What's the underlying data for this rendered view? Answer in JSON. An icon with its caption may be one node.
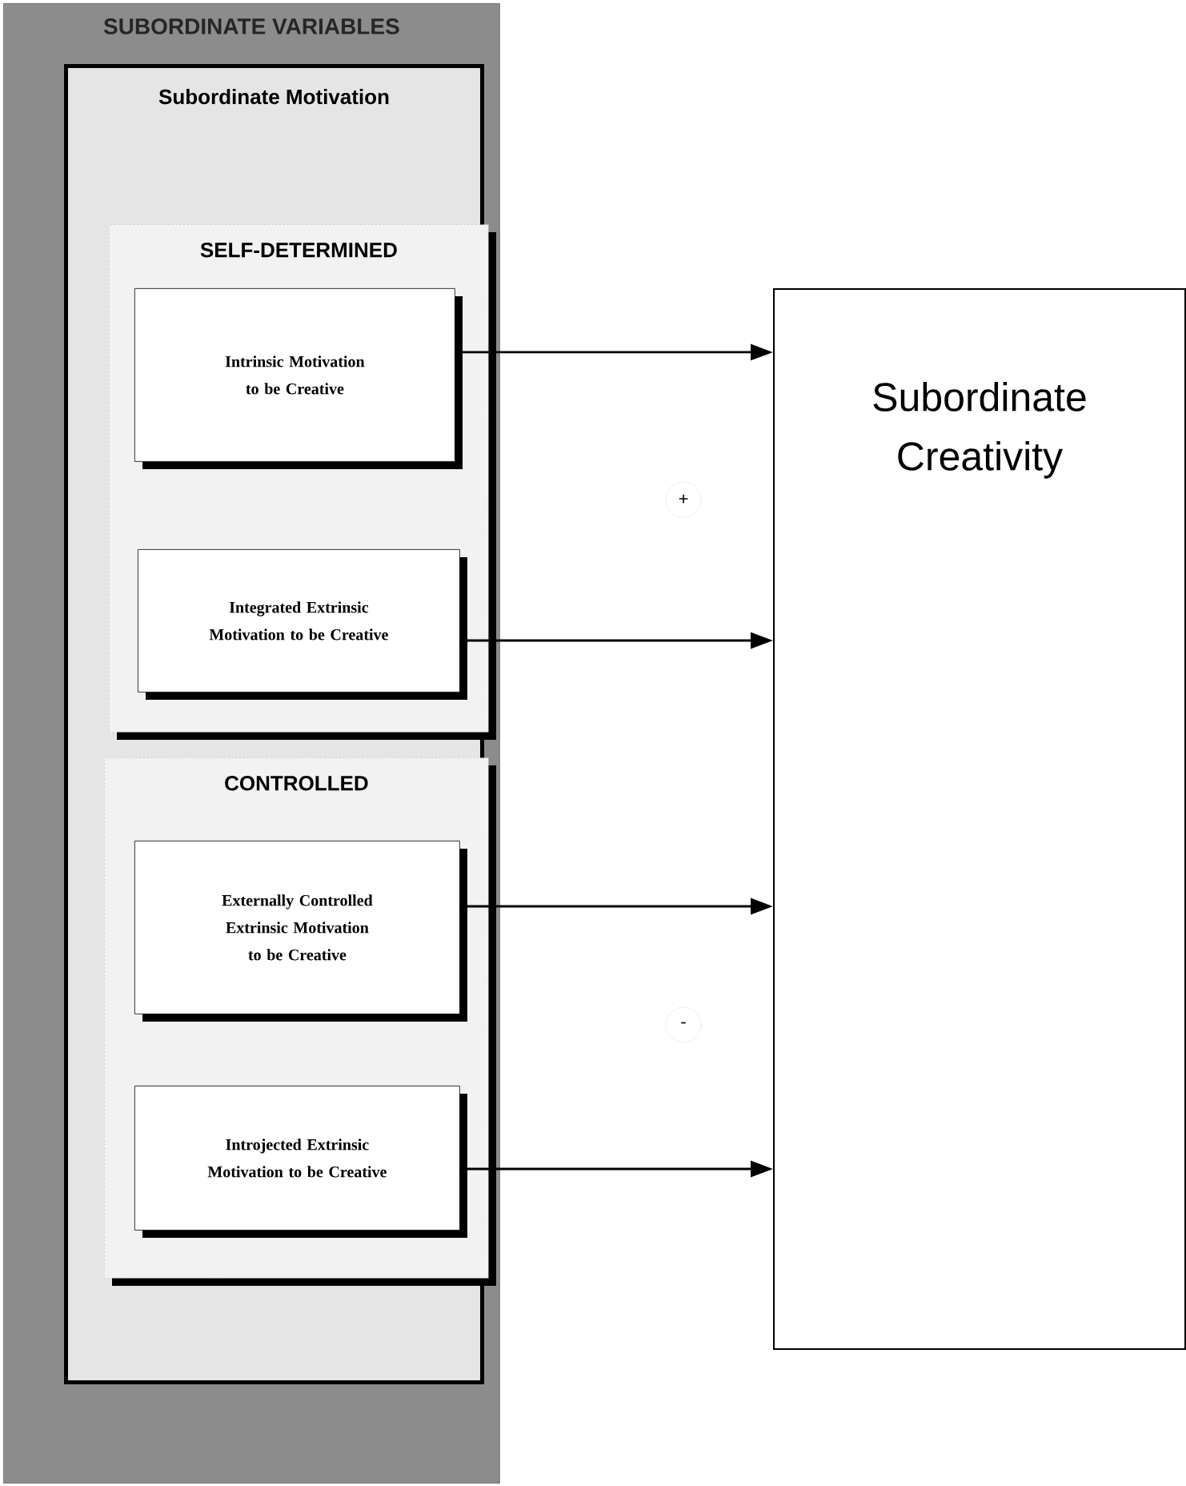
{
  "diagram": {
    "nodes": [
      {
        "text": [
          "SUBORDINATE VARIABLES"
        ]
      },
      {
        "text": [
          "Subordinate Motivation"
        ],
        "in": 0
      },
      {
        "text": [
          "SELF-DETERMINED"
        ],
        "in": 1
      },
      {
        "text": [
          "Intrinsic Motivation to be Creative"
        ],
        "in": 2
      },
      {
        "text": [
          "Integrated Extrinsic Motivation to be Creative"
        ],
        "in": 2
      },
      {
        "text": [
          "CONTROLLED"
        ],
        "in": 1
      },
      {
        "text": [
          "Externally Controlled Extrinsic Motivation to be Creative"
        ],
        "in": 5
      },
      {
        "text": [
          "Introjected Extrinsic Motivation to be Creative"
        ],
        "in": 5
      },
      {
        "text": [
          "Subordinate Creativity"
        ]
      }
    ],
    "edges": [
      {
        "from": 3,
        "to": 8,
        "arrow": "to"
      },
      {
        "from": 4,
        "to": 8,
        "arrow": "to"
      },
      {
        "from": 6,
        "to": 8,
        "arrow": "to"
      },
      {
        "from": 7,
        "to": 8,
        "arrow": "to"
      }
    ],
    "labels": [
      "+",
      "-"
    ]
  }
}
